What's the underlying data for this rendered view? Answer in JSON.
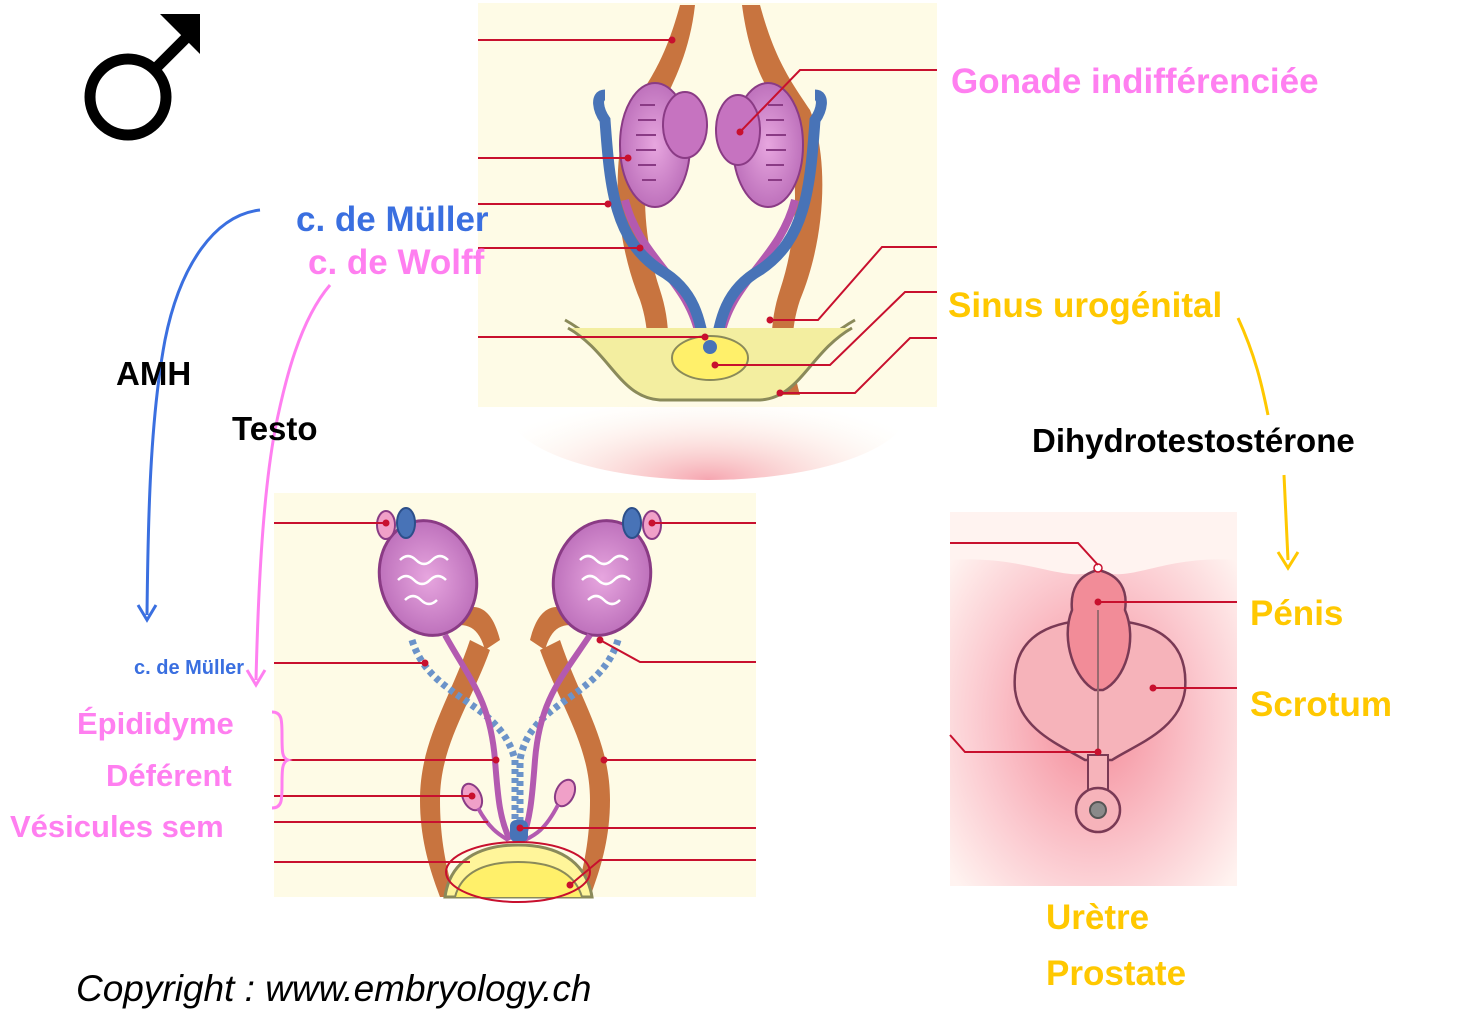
{
  "symbol": {
    "name": "male-symbol",
    "color": "#000000"
  },
  "labels": {
    "gonade": "Gonade indifférenciée",
    "muller_top": "c. de Müller",
    "wolff_top": "c. de Wolff",
    "sinus": "Sinus urogénital",
    "amh": "AMH",
    "testo": "Testo",
    "dht": "Dihydrotestostérone",
    "muller_bottom": "c. de Müller",
    "epididyme": "Épididyme",
    "deferent": "Déférent",
    "vesicules": "Vésicules sem",
    "penis": "Pénis",
    "scrotum": "Scrotum",
    "uretre": "Urètre",
    "prostate": "Prostate",
    "copyright": "Copyright : www.embryology.ch"
  },
  "colors": {
    "pink": "#ff7ff0",
    "blue": "#3a6fe0",
    "yellow": "#ffc800",
    "line_red": "#c8102e",
    "panel_bg": "#fefbe6"
  }
}
